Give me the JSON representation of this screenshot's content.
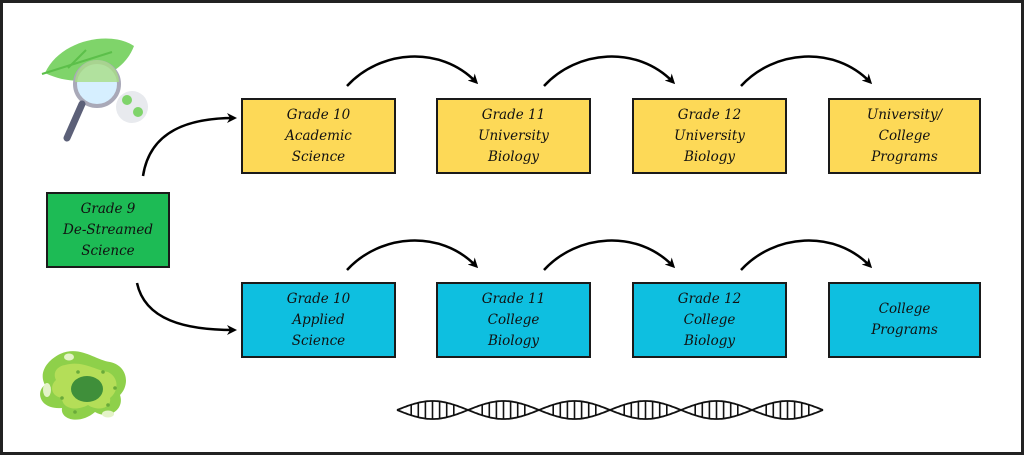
{
  "diagram": {
    "type": "course-pathway-flowchart",
    "colors": {
      "start": "#1dbb55",
      "university_track": "#fdd957",
      "college_track": "#0ebfe0",
      "border": "#1a1a1a",
      "arrow": "#000000"
    },
    "start_node": {
      "lines": [
        "Grade 9",
        "De-Streamed",
        "Science"
      ]
    },
    "university_track": [
      {
        "lines": [
          "Grade 10",
          "Academic",
          "Science"
        ]
      },
      {
        "lines": [
          "Grade 11",
          "University",
          "Biology"
        ]
      },
      {
        "lines": [
          "Grade 12",
          "University",
          "Biology"
        ]
      },
      {
        "lines": [
          "University/",
          "College",
          "Programs"
        ]
      }
    ],
    "college_track": [
      {
        "lines": [
          "Grade 10",
          "Applied",
          "Science"
        ]
      },
      {
        "lines": [
          "Grade 11",
          "College",
          "Biology"
        ]
      },
      {
        "lines": [
          "Grade 12",
          "College",
          "Biology"
        ]
      },
      {
        "lines": [
          "College",
          "Programs"
        ]
      }
    ],
    "decorations": [
      "leaf-magnifier-icon",
      "cell-icon",
      "dna-helix-icon"
    ]
  }
}
